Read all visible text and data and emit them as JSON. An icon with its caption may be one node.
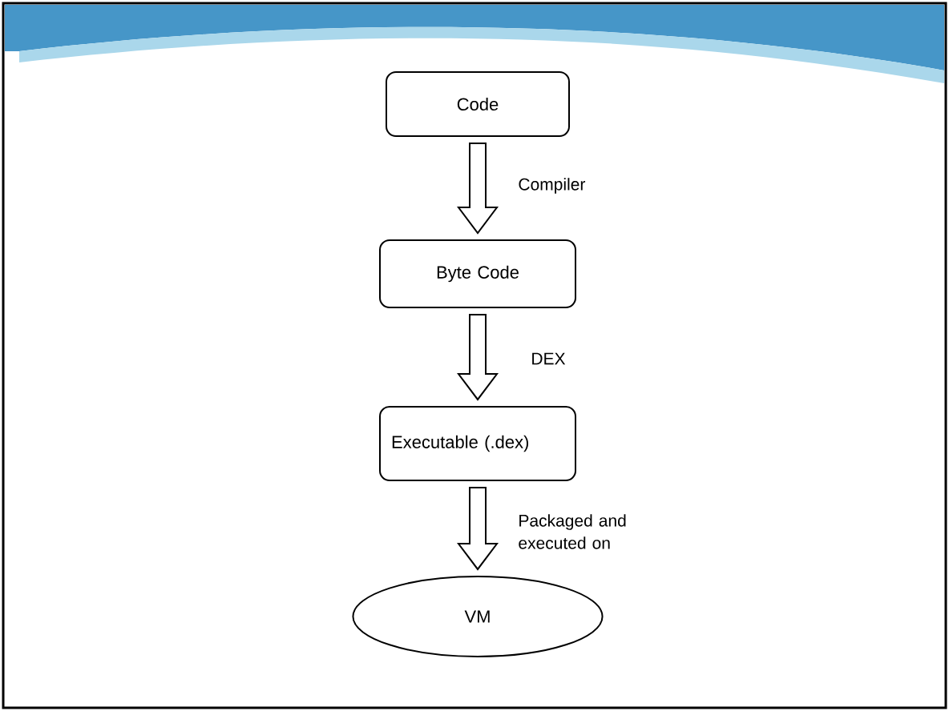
{
  "diagram": {
    "nodes": [
      {
        "text": [
          "Code"
        ]
      },
      {
        "text": [
          "Byte Code"
        ]
      },
      {
        "text": [
          "Executable (.dex)"
        ]
      },
      {
        "text": [
          "VM"
        ]
      }
    ],
    "edges": [
      {
        "from": 0,
        "to": 1,
        "arrow": "to",
        "label": "Compiler"
      },
      {
        "from": 1,
        "to": 2,
        "arrow": "to",
        "label": "DEX"
      },
      {
        "from": 2,
        "to": 3,
        "arrow": "to",
        "label": "Packaged and executed on"
      }
    ]
  }
}
